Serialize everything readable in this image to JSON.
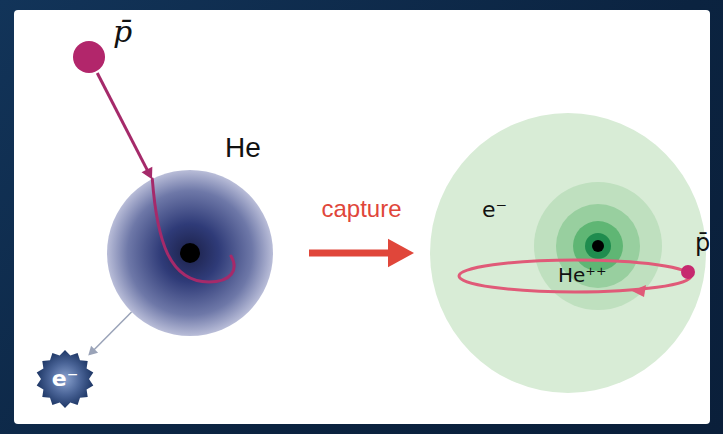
{
  "diagram": {
    "nodes": [
      {
        "text": [
          "p̄"
        ]
      },
      {
        "text": [
          "He"
        ]
      },
      {
        "text": [
          "e⁻"
        ]
      },
      {
        "text": [
          "e⁻",
          "He⁺⁺"
        ]
      }
    ],
    "edges": [
      {
        "from": 0,
        "to": 1,
        "arrow": "to"
      },
      {
        "from": 1,
        "to": 2,
        "arrow": "to"
      },
      {
        "from": 1,
        "to": 3,
        "arrow": "to",
        "label": "capture"
      }
    ],
    "labels": [
      "p̄"
    ]
  }
}
